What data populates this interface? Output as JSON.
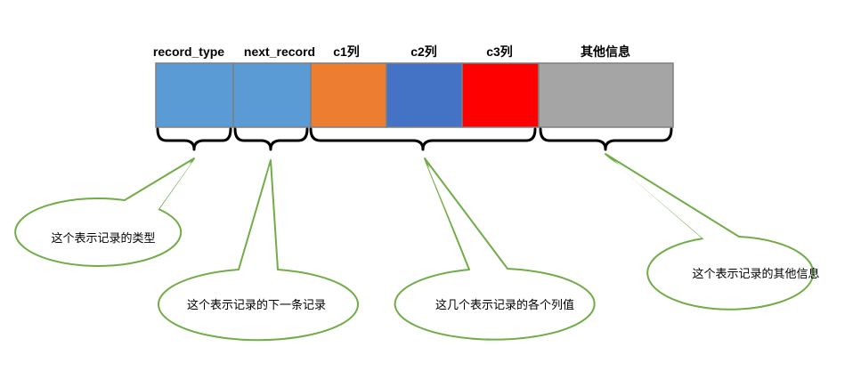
{
  "fields": [
    {
      "label": "record_type",
      "color": "#5B9BD5"
    },
    {
      "label": "next_record",
      "color": "#5B9BD5"
    },
    {
      "label": "c1列",
      "color": "#ED7D31"
    },
    {
      "label": "c2列",
      "color": "#4472C4"
    },
    {
      "label": "c3列",
      "color": "#FF0000"
    },
    {
      "label": "其他信息",
      "color": "#A5A5A5"
    }
  ],
  "callouts": [
    {
      "text": "这个表示记录的类型"
    },
    {
      "text": "这个表示记录的下一条记录"
    },
    {
      "text": "这几个表示记录的各个列值"
    },
    {
      "text": "这个表示记录的其他信息"
    }
  ],
  "colors": {
    "bracket": "#000000",
    "bubble_stroke": "#70AD47",
    "cell_border": "#7F7F7F"
  }
}
